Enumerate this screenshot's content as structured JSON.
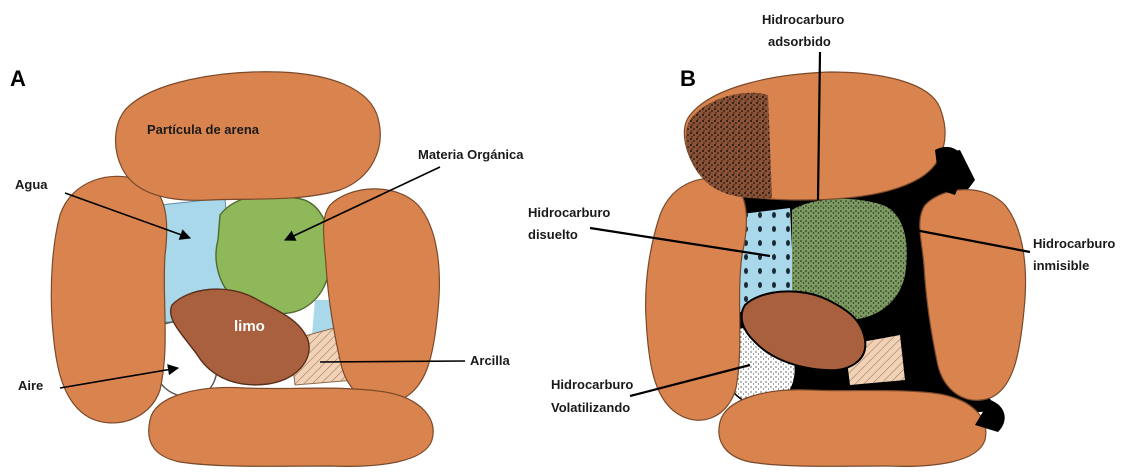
{
  "panel_a": {
    "letter": "A",
    "labels": {
      "sand": "Partícula de arena",
      "water": "Agua",
      "organic": "Materia Orgánica",
      "silt": "limo",
      "air": "Aire",
      "clay": "Arcilla"
    }
  },
  "panel_b": {
    "letter": "B",
    "labels": {
      "adsorbed_1": "Hidrocarburo",
      "adsorbed_2": "adsorbido",
      "dissolved_1": "Hidrocarburo",
      "dissolved_2": "disuelto",
      "immiscible_1": "Hidrocarburo",
      "immiscible_2": "inmisible",
      "volatilizing_1": "Hidrocarburo",
      "volatilizing_2": "Volatilizando"
    }
  },
  "colors": {
    "grain": "#d9834f",
    "water": "#a8d8ea",
    "organic": "#8fb85a",
    "silt": "#a8603e",
    "clay": "#f2d2b6",
    "oil": "#000000"
  }
}
